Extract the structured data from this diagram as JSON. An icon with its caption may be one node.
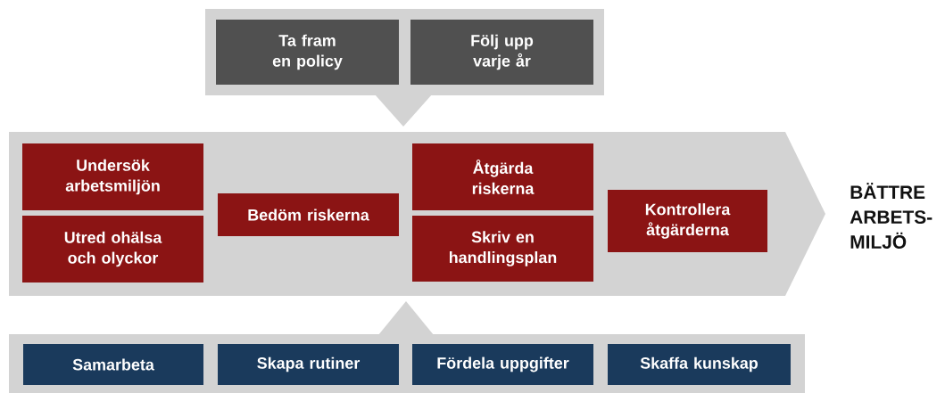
{
  "diagram": {
    "nodes": [
      {
        "text": [],
        "shape": "box"
      },
      {
        "text": [
          "Ta fram en policy"
        ],
        "in": 0
      },
      {
        "text": [
          "Följ upp varje år"
        ],
        "in": 0
      },
      {
        "text": [],
        "shape": "arrow"
      },
      {
        "text": [
          "Undersök arbetsmiljön"
        ],
        "in": 3
      },
      {
        "text": [
          "Utred ohälsa och olyckor"
        ],
        "in": 3
      },
      {
        "text": [
          "Bedöm riskerna"
        ],
        "in": 3
      },
      {
        "text": [
          "Åtgärda riskerna"
        ],
        "in": 3
      },
      {
        "text": [
          "Skriv en handlingsplan"
        ],
        "in": 3
      },
      {
        "text": [
          "Kontrollera åtgärderna"
        ],
        "in": 3
      },
      {
        "text": [],
        "shape": "box"
      },
      {
        "text": [
          "Samarbeta"
        ],
        "in": 10
      },
      {
        "text": [
          "Skapa rutiner"
        ],
        "in": 10
      },
      {
        "text": [
          "Fördela uppgifter"
        ],
        "in": 10
      },
      {
        "text": [
          "Skaffa kunskap"
        ],
        "in": 10
      }
    ],
    "edges": [],
    "labels": [
      "BÄTTRE ARBETS- MILJÖ"
    ]
  }
}
